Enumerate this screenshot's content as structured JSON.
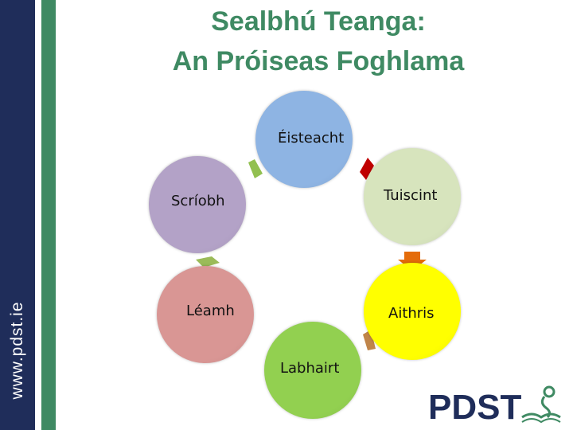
{
  "sidebar": {
    "url": "www.pdst.ie"
  },
  "title": {
    "line1": "Sealbhú Teanga:",
    "line2": "An Próiseas Foghlama"
  },
  "cycle": {
    "nodes": [
      {
        "id": "eisteacht",
        "label": "Éisteacht",
        "color": "#8eb4e3"
      },
      {
        "id": "tuiscint",
        "label": "Tuiscint",
        "color": "#d7e4bd"
      },
      {
        "id": "aithris",
        "label": "Aithris",
        "color": "#ffff00"
      },
      {
        "id": "labhairt",
        "label": "Labhairt",
        "color": "#92d050"
      },
      {
        "id": "leamh",
        "label": "Léamh",
        "color": "#d99694"
      },
      {
        "id": "scriobh",
        "label": "Scríobh",
        "color": "#b3a2c7"
      }
    ],
    "arrow_colors": [
      "#c00000",
      "#e46c0a",
      "#c0854a",
      "#b07c3c",
      "#9bbb59",
      "#92c050"
    ]
  },
  "logo": {
    "text": "PDST",
    "color": "#1f2d5a"
  },
  "colors": {
    "sidebar": "#1f2d5a",
    "stripe": "#3f8a63",
    "title": "#3f8a63"
  }
}
